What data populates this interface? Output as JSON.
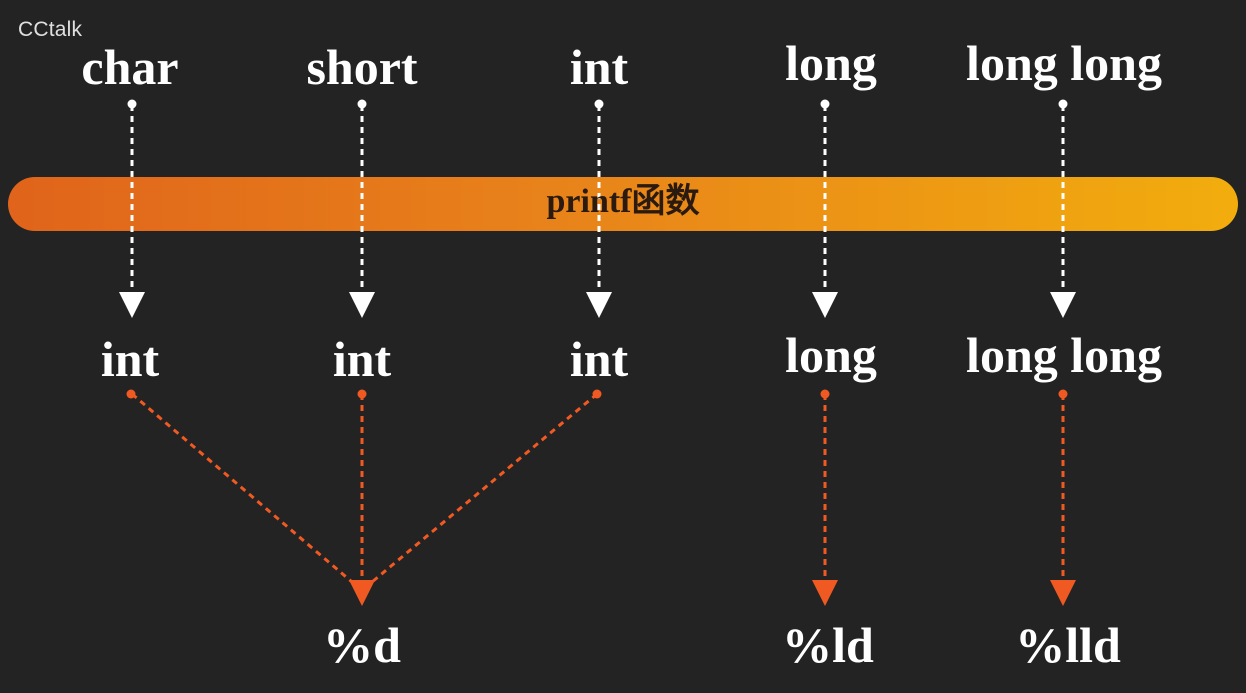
{
  "watermark": "CCtalk",
  "function_bar": {
    "label": "printf函数"
  },
  "columns": [
    {
      "source_type": "char",
      "promoted_type": "int"
    },
    {
      "source_type": "short",
      "promoted_type": "int"
    },
    {
      "source_type": "int",
      "promoted_type": "int"
    },
    {
      "source_type": "long",
      "promoted_type": "long"
    },
    {
      "source_type": "long long",
      "promoted_type": "long long"
    }
  ],
  "format_specifiers": [
    {
      "label": "%d"
    },
    {
      "label": "%ld"
    },
    {
      "label": "%lld"
    }
  ],
  "colors": {
    "background": "#232323",
    "text": "#ffffff",
    "white_arrow": "#ffffff",
    "orange_arrow": "#f05a22",
    "bar_start": "#e0641b",
    "bar_end": "#f2ad0d"
  }
}
